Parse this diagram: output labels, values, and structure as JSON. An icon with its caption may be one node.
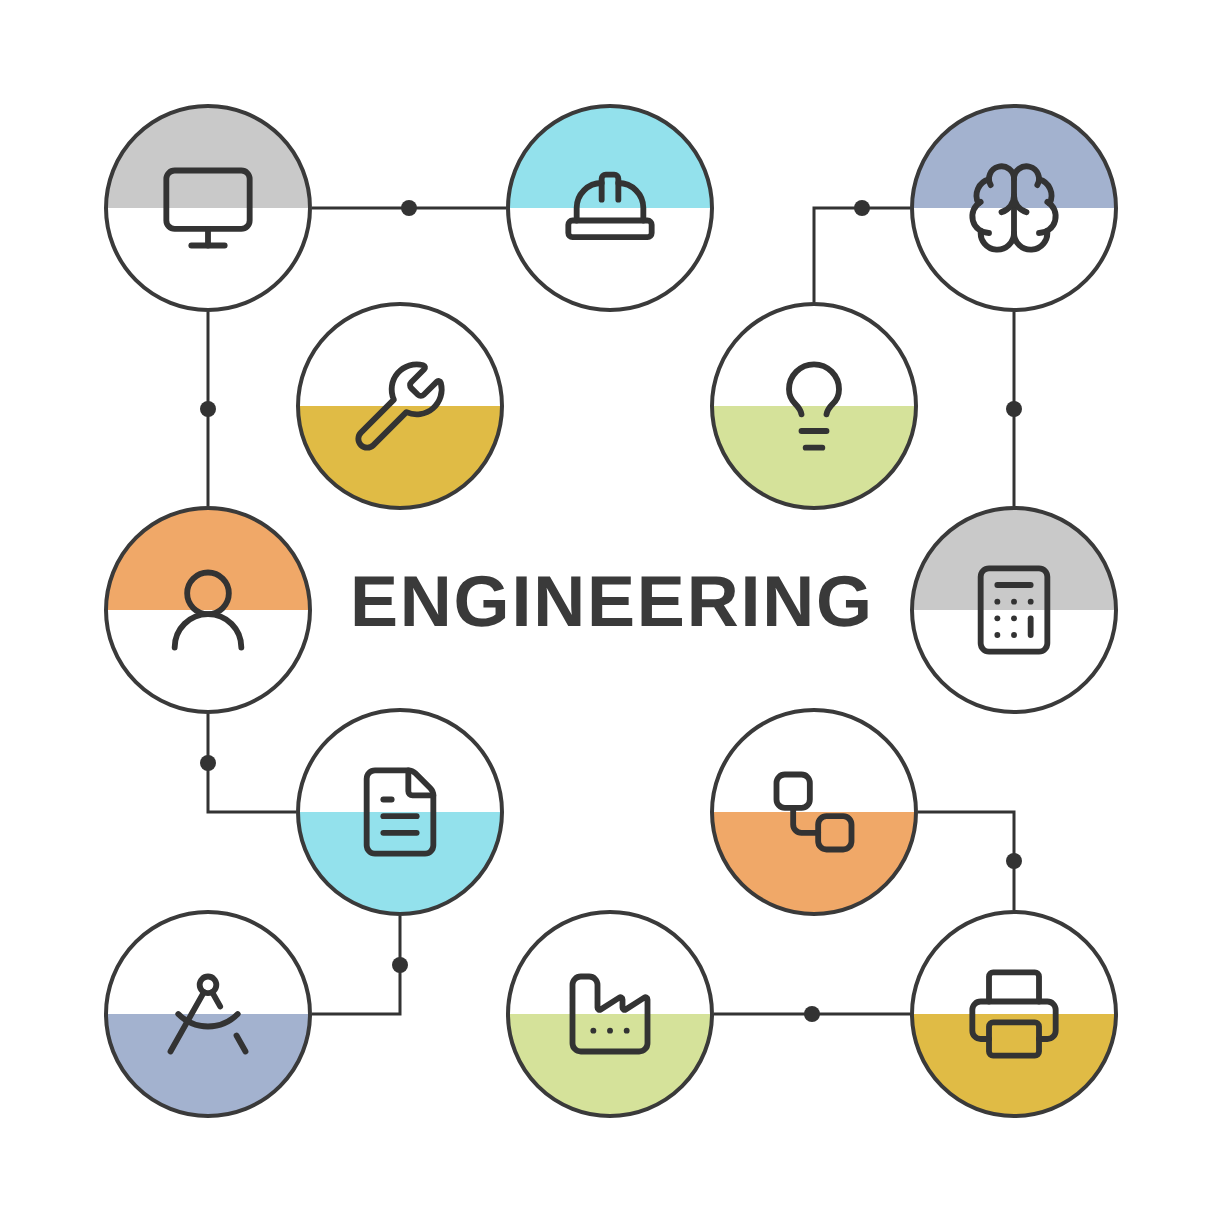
{
  "diagram": {
    "title": "ENGINEERING",
    "nodes": [
      {
        "text": [],
        "shape": "picture"
      },
      {
        "text": [],
        "shape": "picture"
      },
      {
        "text": [],
        "shape": "picture"
      },
      {
        "text": [],
        "shape": "picture"
      },
      {
        "text": [],
        "shape": "picture"
      },
      {
        "text": [],
        "shape": "picture"
      },
      {
        "text": [],
        "shape": "picture"
      },
      {
        "text": [],
        "shape": "picture"
      },
      {
        "text": [],
        "shape": "picture"
      },
      {
        "text": [],
        "shape": "picture"
      },
      {
        "text": [],
        "shape": "picture"
      },
      {
        "text": [],
        "shape": "picture"
      }
    ],
    "edges": [
      {
        "from": 0,
        "to": 1,
        "arrow": "none"
      },
      {
        "from": 0,
        "to": 5,
        "arrow": "none"
      },
      {
        "from": 4,
        "to": 2,
        "arrow": "none"
      },
      {
        "from": 2,
        "to": 6,
        "arrow": "none"
      },
      {
        "from": 5,
        "to": 7,
        "arrow": "none"
      },
      {
        "from": 7,
        "to": 9,
        "arrow": "none"
      },
      {
        "from": 10,
        "to": 11,
        "arrow": "none"
      },
      {
        "from": 8,
        "to": 11,
        "arrow": "none"
      }
    ]
  }
}
